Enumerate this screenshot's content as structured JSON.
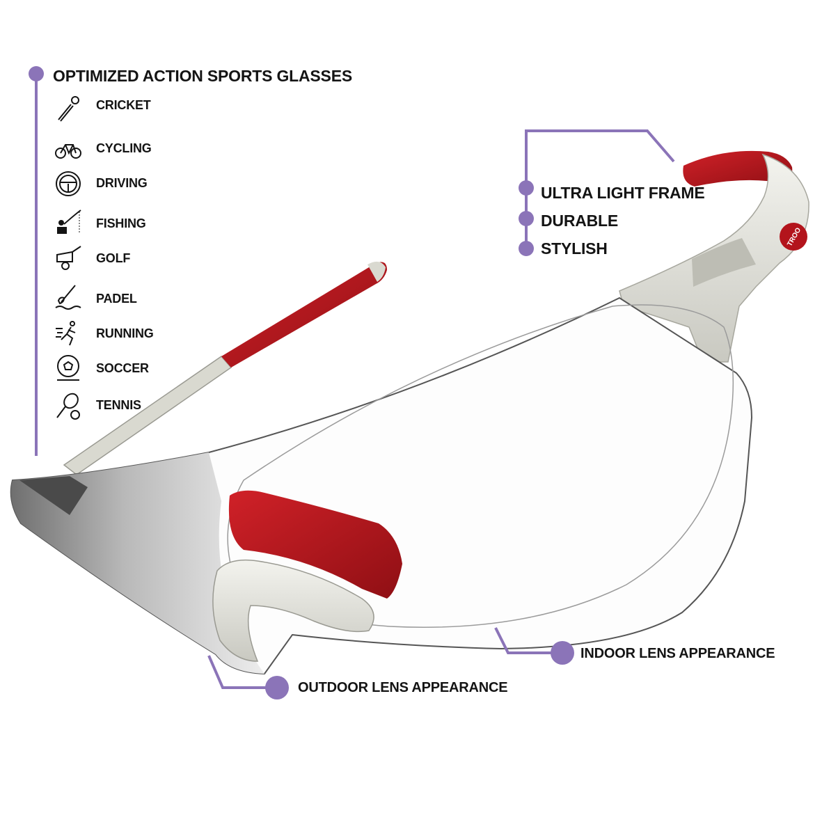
{
  "header": {
    "title": "OPTIMIZED ACTION SPORTS GLASSES"
  },
  "sports": [
    {
      "label": "CRICKET",
      "icon": "cricket-icon"
    },
    {
      "label": "CYCLING",
      "icon": "bicycle-icon"
    },
    {
      "label": "DRIVING",
      "icon": "steering-wheel-icon"
    },
    {
      "label": "FISHING",
      "icon": "fishing-icon"
    },
    {
      "label": "GOLF",
      "icon": "golf-icon"
    },
    {
      "label": "PADEL",
      "icon": "paddle-icon"
    },
    {
      "label": "RUNNING",
      "icon": "running-icon"
    },
    {
      "label": "SOCCER",
      "icon": "soccer-ball-icon"
    },
    {
      "label": "TENNIS",
      "icon": "tennis-icon"
    }
  ],
  "features": [
    {
      "label": "ULTRA LIGHT FRAME"
    },
    {
      "label": "DURABLE"
    },
    {
      "label": "STYLISH"
    }
  ],
  "lens_labels": {
    "indoor": "INDOOR LENS APPEARANCE",
    "outdoor": "OUTDOOR LENS APPEARANCE"
  },
  "brand": {
    "temple_logo": "TROO"
  },
  "colors": {
    "accent": "#8b74b8",
    "frame_red": "#b3141c",
    "frame_white": "#e6e6de",
    "text": "#141414"
  }
}
